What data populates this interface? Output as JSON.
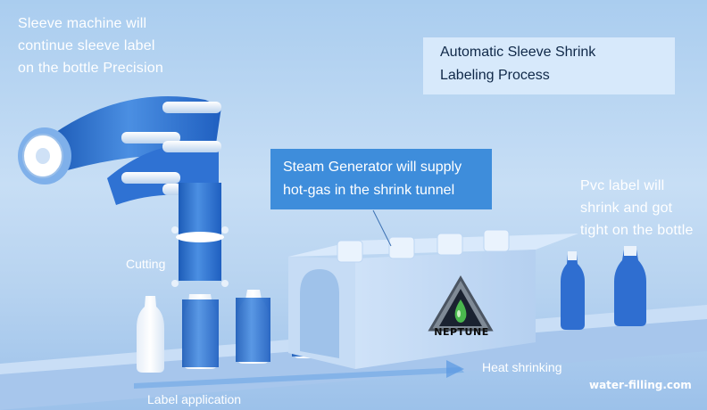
{
  "title_box": {
    "lines": [
      "Automatic Sleeve Shrink",
      "Labeling Process"
    ]
  },
  "sleeve_note": {
    "lines": [
      "Sleeve machine will",
      "continue sleeve label",
      "on the bottle Precision"
    ]
  },
  "steam_note": {
    "lines": [
      "Steam Generator will supply",
      "hot-gas in the shrink tunnel"
    ]
  },
  "pvc_note": {
    "lines": [
      "Pvc label will",
      "shrink and got",
      "tight on the bottle"
    ]
  },
  "labels": {
    "cutting": "Cutting",
    "label_application": "Label application",
    "heat_shrinking": "Heat shrinking"
  },
  "logo": {
    "text": "NEPTUNE"
  },
  "website": "water-filling.com",
  "colors": {
    "background": "#b8d4f1",
    "label_blue": "#2d6fce",
    "conveyor": "#a9c9ee",
    "steam_box": "#3e8ddb",
    "title_box": "#d7e9fb"
  }
}
